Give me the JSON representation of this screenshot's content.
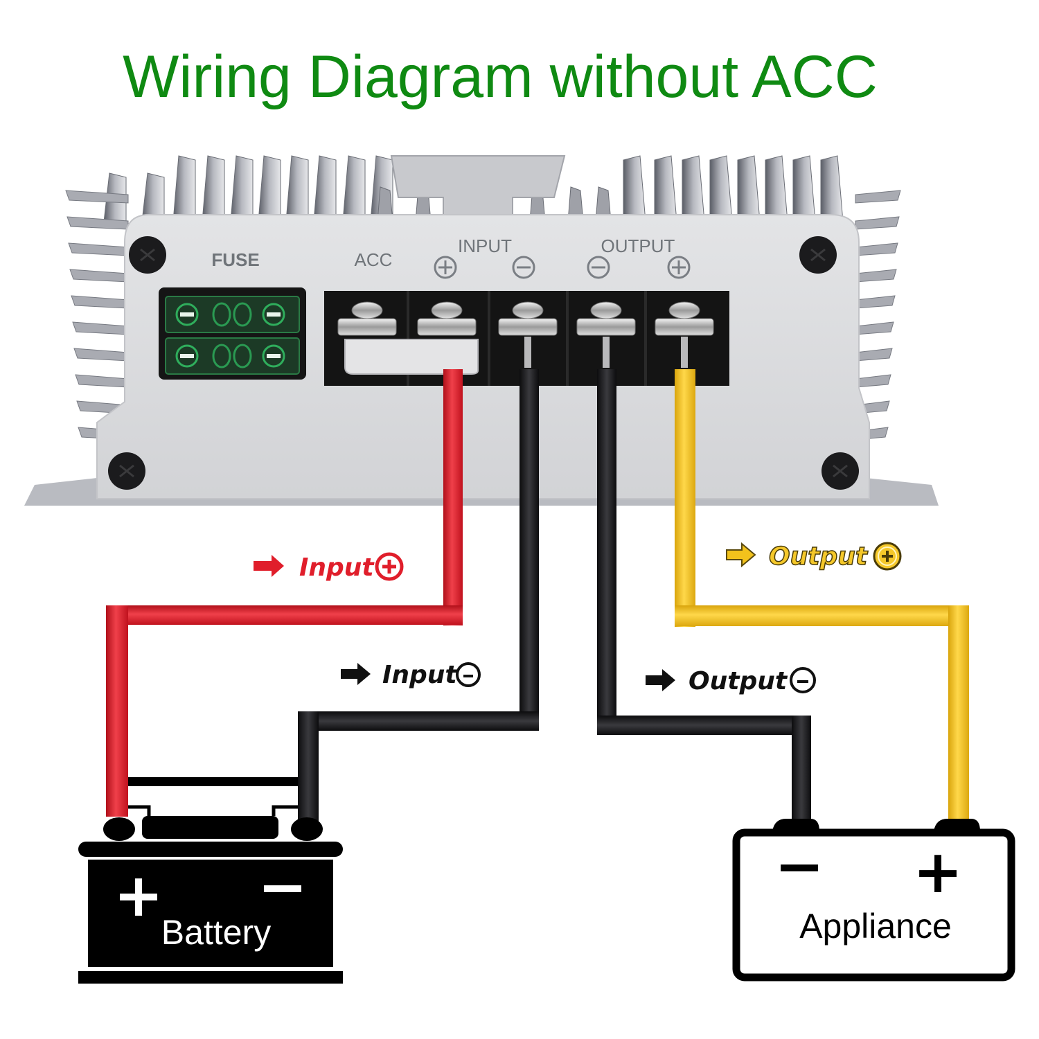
{
  "title": "Wiring Diagram without ACC",
  "colors": {
    "title": "#0f8a12",
    "wire_input_positive": "#e01e2b",
    "wire_negative": "#1a1a1c",
    "wire_output_positive": "#f2c21c",
    "housing": "#d9dadc",
    "fuse_glow": "#1f9a4a"
  },
  "converter": {
    "labels": {
      "fuse": "FUSE",
      "acc": "ACC",
      "input": "INPUT",
      "output": "OUTPUT"
    },
    "terminals": [
      {
        "id": "acc",
        "symbol": ""
      },
      {
        "id": "input-positive",
        "symbol": "⊕"
      },
      {
        "id": "input-negative",
        "symbol": "⊖"
      },
      {
        "id": "output-negative",
        "symbol": "⊖"
      },
      {
        "id": "output-positive",
        "symbol": "⊕"
      }
    ],
    "fuse_count": 2
  },
  "callouts": {
    "input_positive": {
      "arrow": "➡",
      "text": "Input",
      "symbol": "+"
    },
    "input_negative": {
      "arrow": "➡",
      "text": "Input",
      "symbol": "-"
    },
    "output_positive": {
      "arrow": "➡",
      "text": "Output",
      "symbol": "+"
    },
    "output_negative": {
      "arrow": "➡",
      "text": "Output",
      "symbol": "-"
    }
  },
  "battery": {
    "label": "Battery",
    "plus": "+",
    "minus": "−"
  },
  "appliance": {
    "label": "Appliance",
    "plus": "+",
    "minus": "−"
  }
}
